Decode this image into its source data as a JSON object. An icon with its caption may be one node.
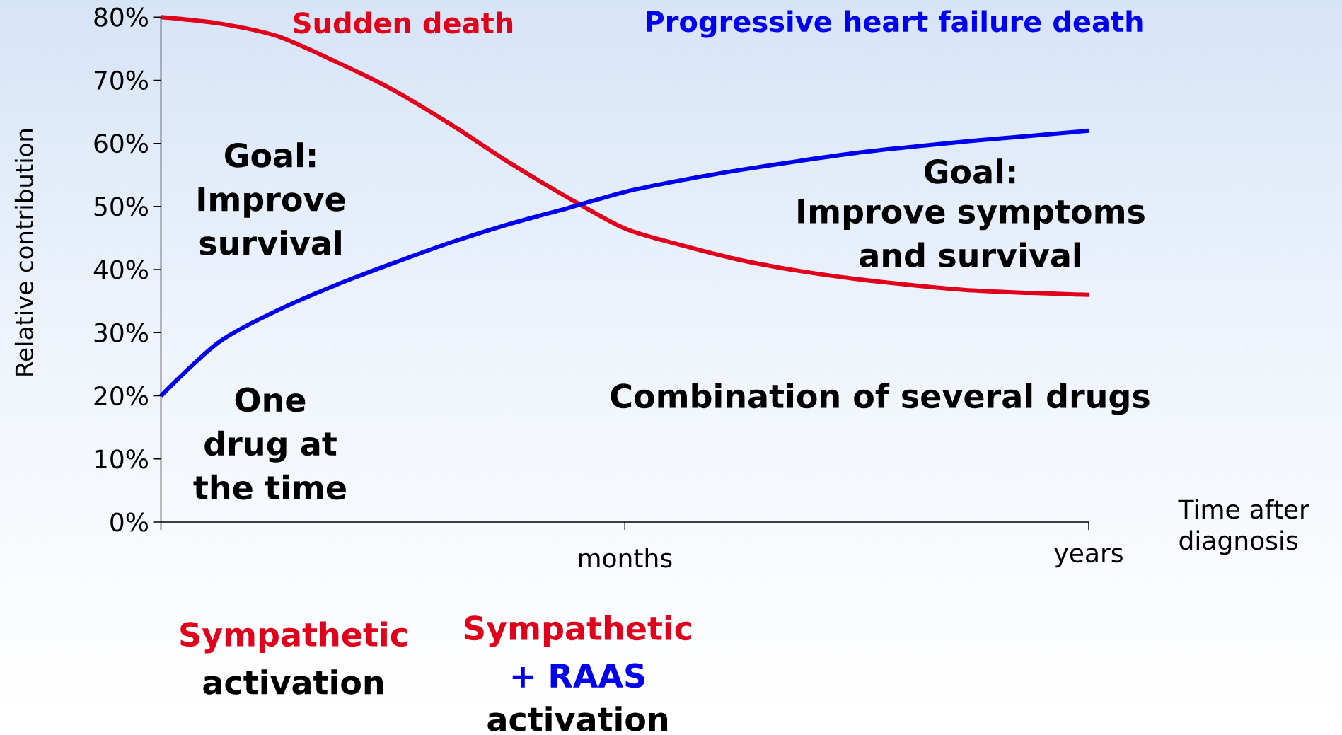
{
  "diagram": {
    "labels": [
      "Goal: Improve survival",
      "One drug at the time",
      "Goal:",
      "Improve symptoms and survival",
      "Combination of several drugs",
      "Sympathetic",
      "activation",
      "Sympathetic",
      "+ RAAS",
      "activation"
    ],
    "chart_data": {
      "type": "line",
      "xlabel": "Time after diagnosis",
      "ylabel": "Relative contribution",
      "categories": [
        null,
        null,
        null,
        null,
        null,
        null,
        null,
        null,
        "months",
        null,
        null,
        null,
        null,
        null,
        null,
        null,
        "years"
      ],
      "series": [
        {
          "name": "Sudden death",
          "color": "#e0001b",
          "values": [
            80,
            79,
            77,
            73,
            68.5,
            63,
            57,
            51.5,
            46.5,
            43.8,
            41.5,
            39.8,
            38.5,
            37.5,
            36.7,
            36.3,
            36
          ]
        },
        {
          "name": "Progressive heart failure death",
          "color": "#0000ee",
          "values": [
            20,
            28.5,
            33.5,
            37.5,
            41,
            44.3,
            47.2,
            49.7,
            52.3,
            54.2,
            55.8,
            57.2,
            58.5,
            59.5,
            60.4,
            61.2,
            62
          ]
        }
      ],
      "ylim": [
        0,
        80
      ],
      "yticks": [
        {
          "value": 0,
          "label": "0%"
        },
        {
          "value": 10,
          "label": "10%"
        },
        {
          "value": 20,
          "label": "20%"
        },
        {
          "value": 30,
          "label": "30%"
        },
        {
          "value": 40,
          "label": "40%"
        },
        {
          "value": 50,
          "label": "50%"
        },
        {
          "value": 60,
          "label": "60%"
        },
        {
          "value": 70,
          "label": "70%"
        },
        {
          "value": 80,
          "label": "80%"
        }
      ]
    }
  }
}
